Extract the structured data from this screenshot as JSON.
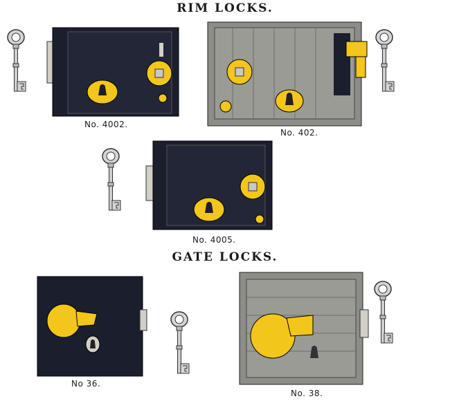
{
  "headings": {
    "rim": "RIM LOCKS.",
    "gate": "GATE LOCKS."
  },
  "captions": {
    "l4002": "No. 4002.",
    "l402": "No. 402.",
    "l4005": "No. 4005.",
    "l36": "No 36.",
    "l38": "No. 38."
  },
  "colors": {
    "brass": "#f2c61a",
    "body_dark": "#1b1e2c",
    "steel": "#8c8c88",
    "key": "#c8c8c8"
  }
}
